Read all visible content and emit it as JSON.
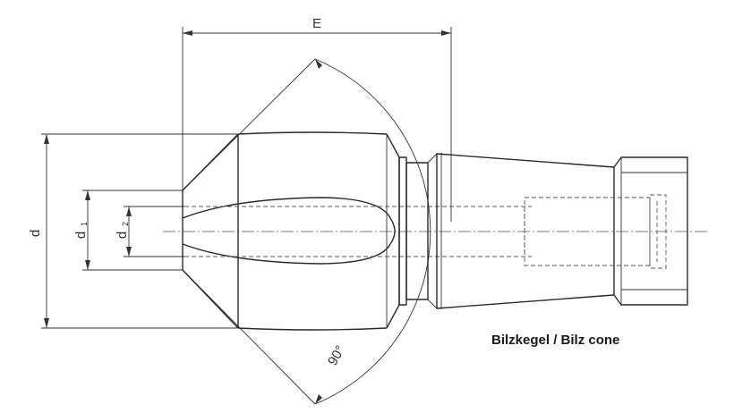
{
  "labels": {
    "dim_E": "E",
    "dim_d": "d",
    "dim_d1_main": "d",
    "dim_d1_sub": "1",
    "dim_d2_main": "d",
    "dim_d2_sub": "2",
    "angle": "90°"
  },
  "caption": "Bilzkegel / Bilz cone"
}
